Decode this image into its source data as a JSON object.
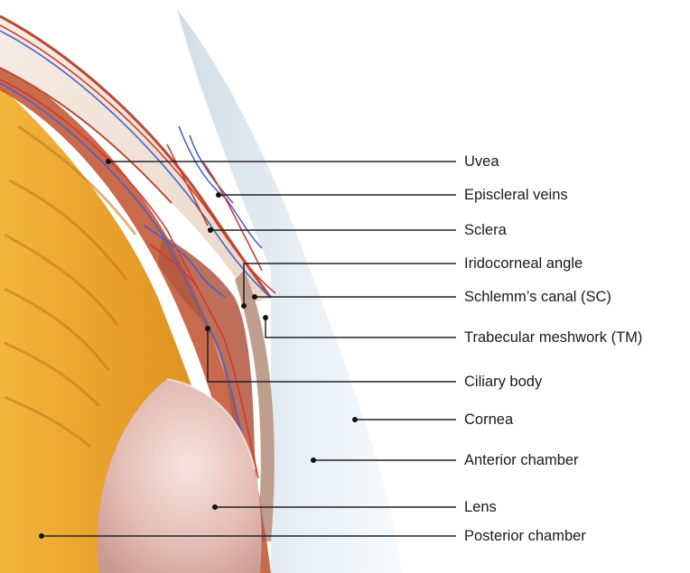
{
  "labels": {
    "uvea": "Uvea",
    "episcleral_veins": "Episcleral veins",
    "sclera": "Sclera",
    "iridocorneal_angle": "Iridocorneal angle",
    "schlemms_canal": "Schlemm’s canal (SC)",
    "trabecular_meshwork": "Trabecular meshwork (TM)",
    "ciliary_body": "Ciliary body",
    "cornea": "Cornea",
    "anterior_chamber": "Anterior chamber",
    "lens": "Lens",
    "posterior_chamber": "Posterior chamber"
  },
  "colors": {
    "vitreous": "#e8a22a",
    "uvea_tissue": "#c45a3a",
    "sclera": "#f3e6dc",
    "vessel_red": "#d23b2b",
    "vessel_blue": "#4a62c8",
    "cornea": "#d9e6ef",
    "lens": "#e9c9c4",
    "leader_line": "#222222"
  }
}
